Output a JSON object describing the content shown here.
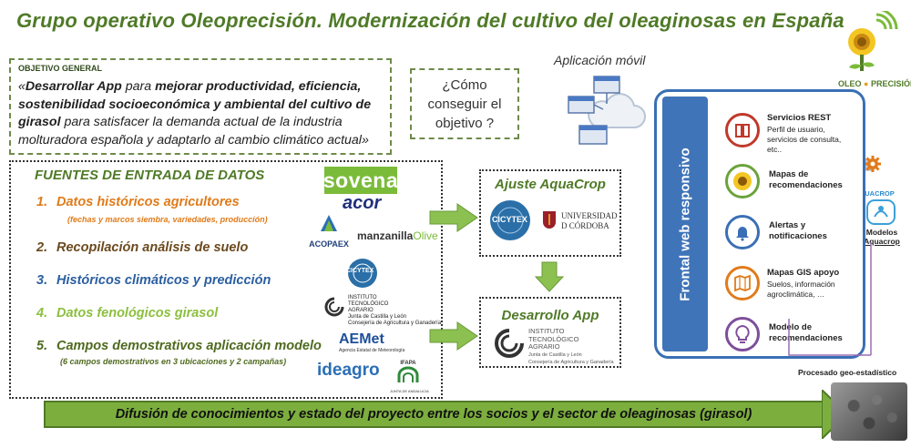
{
  "title": "Grupo operativo Oleoprecisión.  Modernización del cultivo del oleaginosas en España",
  "objective": {
    "label": "OBJETIVO GENERAL",
    "open_quote": "«",
    "lead": "Desarrollar App",
    "mid1": " para ",
    "bold1": "mejorar productividad, eficiencia, sostenibilidad socioeconómica y ambiental del cultivo de girasol",
    "rest": " para satisfacer la demanda actual de la industria molturadora española y adaptarlo al cambio climático actual",
    "close_quote": "»"
  },
  "how": {
    "line1": "¿Cómo",
    "line2": "conseguir el",
    "line3": "objetivo ?"
  },
  "app_label": "Aplicación móvil",
  "sources": {
    "heading": "FUENTES DE ENTRADA DE DATOS",
    "items": [
      {
        "num": "1.",
        "label": "Datos históricos agricultores",
        "sub": "(fechas y marcos siembra, variedades, producción)",
        "color": "#e07b1a"
      },
      {
        "num": "2.",
        "label": "Recopilación análisis de suelo",
        "color": "#6b4a1e"
      },
      {
        "num": "3.",
        "label": "Históricos climáticos y predicción",
        "color": "#2b5fa0"
      },
      {
        "num": "4.",
        "label": "Datos fenológicos girasol",
        "color": "#8cbf3f"
      },
      {
        "num": "5.",
        "label": "Campos demostrativos aplicación modelo",
        "sub": "(6 campos demostrativos en  3 ubicaciones y 2 campañas)",
        "color": "#4f6a1f"
      }
    ]
  },
  "logos": {
    "sovena": "sovena",
    "acor": "acor",
    "acopaex": "ACOPAEX",
    "manzanilla": "manzanilla",
    "olive": "Olive",
    "cicytex": "CICYTEX",
    "instituto_lines": [
      "INSTITUTO",
      "TECNOLÓGICO",
      "AGRARIO"
    ],
    "instituto_sub": "Junta de Castilla y León",
    "instituto_sub2": "Consejería de Agricultura y Ganadería",
    "aemet": "AEMet",
    "aemet_sub": "Agencia Estatal de Meteorología",
    "ideagro": "ideagro",
    "ifapa": "IFAPA",
    "ifapa_sub": "JUNTA DE ANDALUCIA",
    "universidad_lines": [
      "UNIVERSIDAD",
      "D CÓRDOBA"
    ],
    "aquacrop": "AQUACROP",
    "oleo": "OLEO",
    "precision": "PRECISIÓN"
  },
  "aquacrop_box": {
    "heading": "Ajuste AquaCrop"
  },
  "dev_box": {
    "heading": "Desarrollo App"
  },
  "frontal_label": "Frontal web responsivo",
  "services": [
    {
      "title": "Servicios REST",
      "desc": [
        "Perfil de usuario,",
        "servicios de consulta,",
        "etc.."
      ],
      "icon": "book-icon",
      "color": "#c0392b"
    },
    {
      "title_lines": [
        "Mapas de",
        "recomendaciones"
      ],
      "icon": "sunflower-icon",
      "color": "#6aa33a"
    },
    {
      "title_lines": [
        "Alertas y",
        "notificaciones"
      ],
      "icon": "bell-icon",
      "color": "#3b6fb5"
    },
    {
      "title": "Mapas GIS apoyo",
      "desc": [
        "Suelos, información",
        "agroclimática, …"
      ],
      "icon": "map-icon",
      "color": "#e07b1a"
    },
    {
      "title_lines": [
        "Modelo de",
        "recomendaciones"
      ],
      "icon": "bulb-icon",
      "color": "#7d4f9a"
    }
  ],
  "models_label": [
    "Modelos",
    "Aquacrop"
  ],
  "geo_label": "Procesado geo-estadístico",
  "banner": "Difusión de conocimientos y estado del proyecto entre los socios y el sector de oleaginosas (girasol)"
}
